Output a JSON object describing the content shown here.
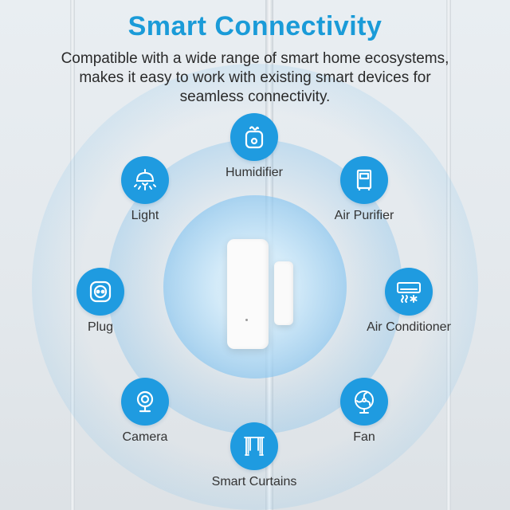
{
  "header": {
    "title": "Smart Connectivity",
    "subtitle_lines": [
      "Compatible with a wide range of smart home ecosystems,",
      "makes it easy to work with existing smart devices for",
      "seamless connectivity."
    ]
  },
  "features": [
    {
      "label": "Humidifier",
      "icon": "humidifier-icon"
    },
    {
      "label": "Air Purifier",
      "icon": "air-purifier-icon"
    },
    {
      "label": "Air Conditioner",
      "icon": "air-conditioner-icon"
    },
    {
      "label": "Fan",
      "icon": "fan-icon"
    },
    {
      "label": "Smart Curtains",
      "icon": "curtains-icon"
    },
    {
      "label": "Camera",
      "icon": "camera-icon"
    },
    {
      "label": "Plug",
      "icon": "plug-icon"
    },
    {
      "label": "Light",
      "icon": "light-icon"
    }
  ],
  "colors": {
    "accent": "#1a9bd8",
    "icon_bg": "#1f9be0",
    "text": "#333333"
  }
}
